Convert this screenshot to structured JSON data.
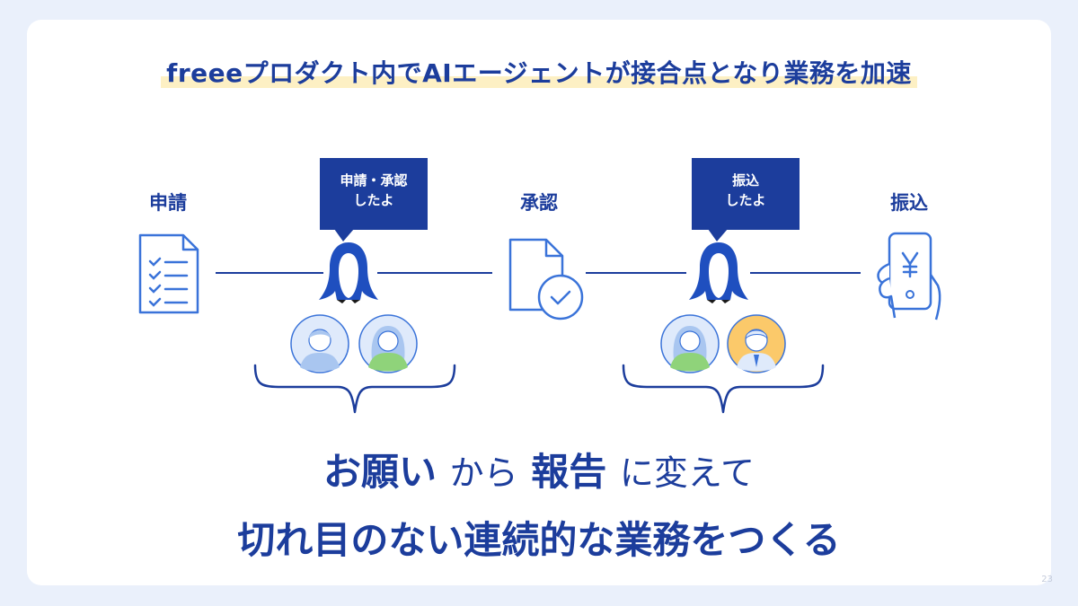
{
  "headline": "freeeプロダクト内でAIエージェントが接合点となり業務を加速",
  "steps": {
    "request": "申請",
    "approval": "承認",
    "transfer": "振込"
  },
  "bubbles": {
    "first": {
      "line1": "申請・承認",
      "line2": "したよ"
    },
    "second": {
      "line1": "振込",
      "line2": "したよ"
    }
  },
  "message": {
    "part1": "お願い",
    "part2": "から",
    "part3": "報告",
    "part4": "に変えて",
    "line2": "切れ目のない連続的な業務をつくる"
  },
  "page_number": "23",
  "colors": {
    "primary": "#1c3d9c",
    "accent": "#3a73d9",
    "highlight": "#fdf0c4",
    "background": "#eaf0fb"
  },
  "icons": [
    "checklist-icon",
    "penguin-mascot-icon",
    "document-check-icon",
    "phone-yen-icon",
    "person-avatar-icon"
  ]
}
